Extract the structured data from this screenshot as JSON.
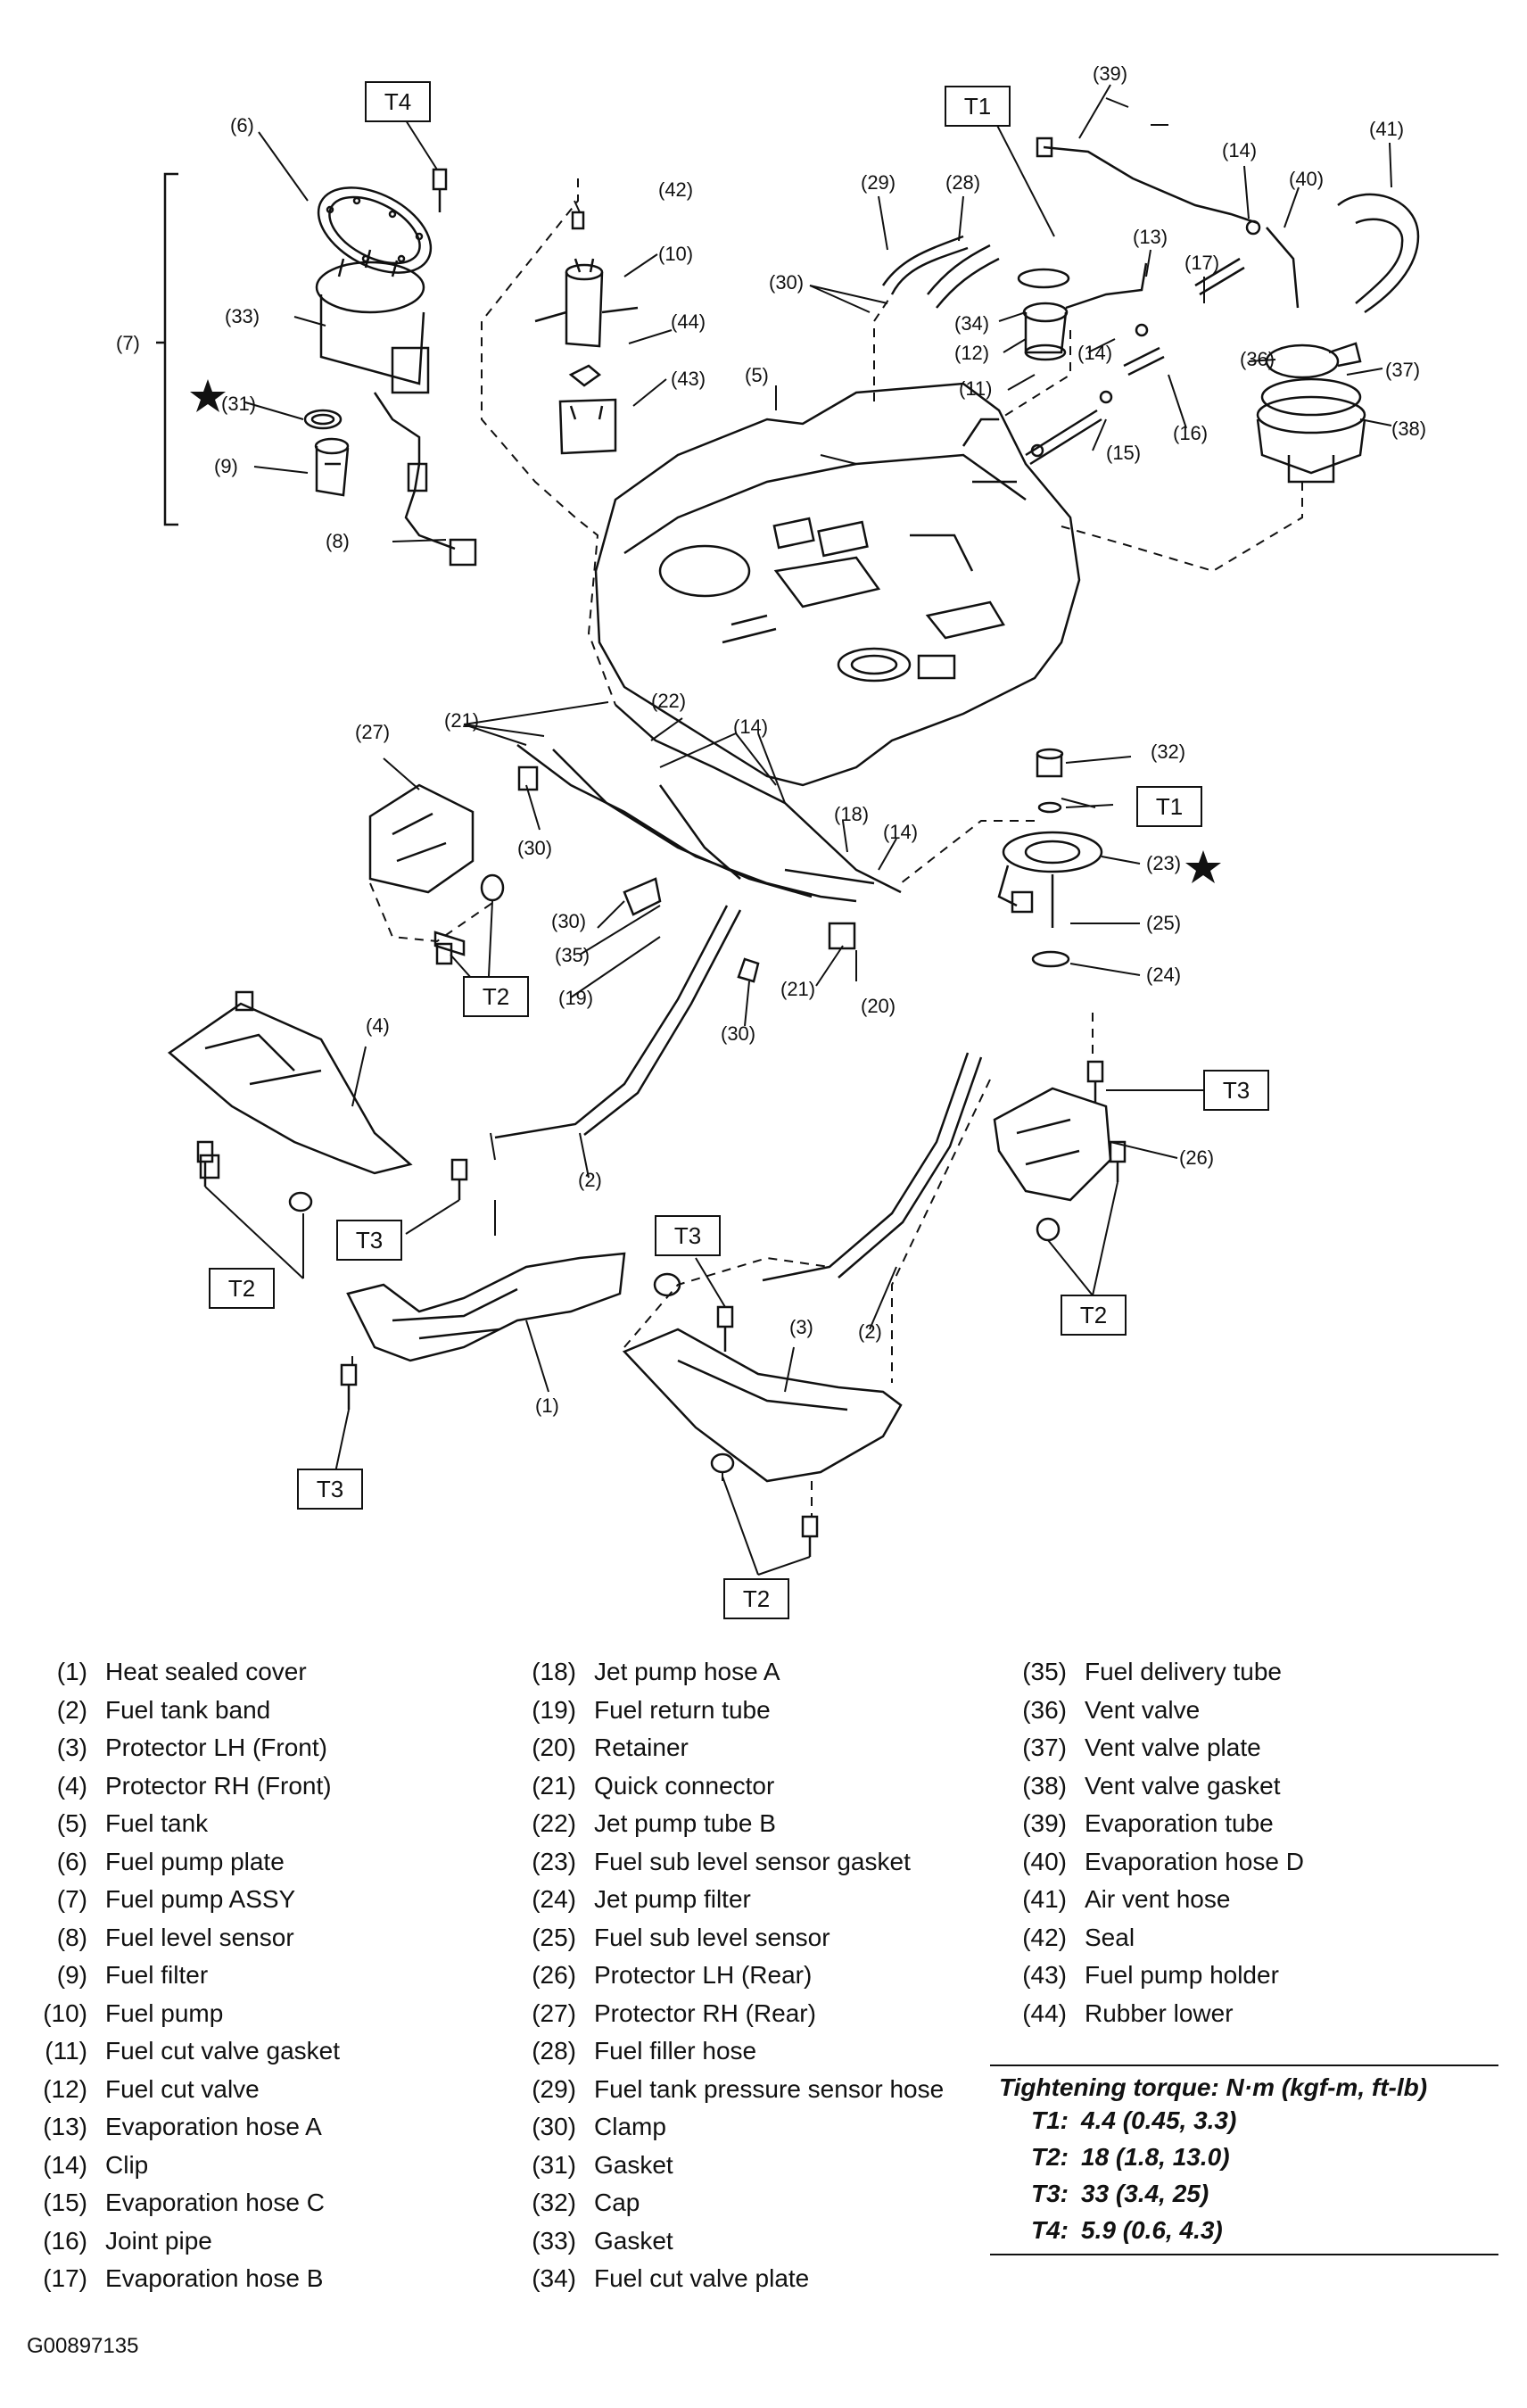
{
  "figure_code": "G00897135",
  "callouts": {
    "c1": "(1)",
    "c2a": "(2)",
    "c2b": "(2)",
    "c3": "(3)",
    "c4": "(4)",
    "c5": "(5)",
    "c6": "(6)",
    "c7": "(7)",
    "c8": "(8)",
    "c9": "(9)",
    "c10": "(10)",
    "c11": "(11)",
    "c12": "(12)",
    "c13": "(13)",
    "c14a": "(14)",
    "c14b": "(14)",
    "c14c": "(14)",
    "c14d": "(14)",
    "c15": "(15)",
    "c16": "(16)",
    "c17": "(17)",
    "c18": "(18)",
    "c19": "(19)",
    "c20": "(20)",
    "c21a": "(21)",
    "c21b": "(21)",
    "c22": "(22)",
    "c23": "(23)",
    "c24": "(24)",
    "c25": "(25)",
    "c26": "(26)",
    "c27": "(27)",
    "c28": "(28)",
    "c29": "(29)",
    "c30a": "(30)",
    "c30b": "(30)",
    "c30c": "(30)",
    "c30d": "(30)",
    "c31": "(31)",
    "c32": "(32)",
    "c33": "(33)",
    "c34": "(34)",
    "c35": "(35)",
    "c36": "(36)",
    "c37": "(37)",
    "c38": "(38)",
    "c39": "(39)",
    "c40": "(40)",
    "c41": "(41)",
    "c42": "(42)",
    "c43": "(43)",
    "c44": "(44)"
  },
  "torque_tags": {
    "t1": "T1",
    "t2": "T2",
    "t3": "T3",
    "t4": "T4"
  },
  "legend": {
    "col1": [
      {
        "num": "(1)",
        "name": "Heat sealed cover"
      },
      {
        "num": "(2)",
        "name": "Fuel tank band"
      },
      {
        "num": "(3)",
        "name": "Protector LH (Front)"
      },
      {
        "num": "(4)",
        "name": "Protector RH (Front)"
      },
      {
        "num": "(5)",
        "name": "Fuel tank"
      },
      {
        "num": "(6)",
        "name": "Fuel pump plate"
      },
      {
        "num": "(7)",
        "name": "Fuel pump ASSY"
      },
      {
        "num": "(8)",
        "name": "Fuel level sensor"
      },
      {
        "num": "(9)",
        "name": "Fuel filter"
      },
      {
        "num": "(10)",
        "name": "Fuel pump"
      },
      {
        "num": "(11)",
        "name": "Fuel cut valve gasket"
      },
      {
        "num": "(12)",
        "name": "Fuel cut valve"
      },
      {
        "num": "(13)",
        "name": "Evaporation hose A"
      },
      {
        "num": "(14)",
        "name": "Clip"
      },
      {
        "num": "(15)",
        "name": "Evaporation hose C"
      },
      {
        "num": "(16)",
        "name": "Joint pipe"
      },
      {
        "num": "(17)",
        "name": "Evaporation hose B"
      }
    ],
    "col2": [
      {
        "num": "(18)",
        "name": "Jet pump hose A"
      },
      {
        "num": "(19)",
        "name": "Fuel return tube"
      },
      {
        "num": "(20)",
        "name": "Retainer"
      },
      {
        "num": "(21)",
        "name": "Quick connector"
      },
      {
        "num": "(22)",
        "name": "Jet pump tube B"
      },
      {
        "num": "(23)",
        "name": "Fuel sub level sensor gasket"
      },
      {
        "num": "(24)",
        "name": "Jet pump filter"
      },
      {
        "num": "(25)",
        "name": "Fuel sub level sensor"
      },
      {
        "num": "(26)",
        "name": "Protector LH (Rear)"
      },
      {
        "num": "(27)",
        "name": "Protector RH (Rear)"
      },
      {
        "num": "(28)",
        "name": "Fuel filler hose"
      },
      {
        "num": "(29)",
        "name": "Fuel tank pressure sensor hose"
      },
      {
        "num": "(30)",
        "name": "Clamp"
      },
      {
        "num": "(31)",
        "name": "Gasket"
      },
      {
        "num": "(32)",
        "name": "Cap"
      },
      {
        "num": "(33)",
        "name": "Gasket"
      },
      {
        "num": "(34)",
        "name": "Fuel cut valve plate"
      }
    ],
    "col3": [
      {
        "num": "(35)",
        "name": "Fuel delivery tube"
      },
      {
        "num": "(36)",
        "name": "Vent valve"
      },
      {
        "num": "(37)",
        "name": "Vent valve plate"
      },
      {
        "num": "(38)",
        "name": "Vent valve gasket"
      },
      {
        "num": "(39)",
        "name": "Evaporation tube"
      },
      {
        "num": "(40)",
        "name": "Evaporation hose D"
      },
      {
        "num": "(41)",
        "name": "Air vent hose"
      },
      {
        "num": "(42)",
        "name": "Seal"
      },
      {
        "num": "(43)",
        "name": "Fuel pump holder"
      },
      {
        "num": "(44)",
        "name": "Rubber lower"
      }
    ]
  },
  "torque_table": {
    "title": "Tightening torque: N·m (kgf-m, ft-lb)",
    "rows": [
      {
        "key": "T1:",
        "value": "4.4 (0.45, 3.3)"
      },
      {
        "key": "T2:",
        "value": "18 (1.8, 13.0)"
      },
      {
        "key": "T3:",
        "value": "33 (3.4, 25)"
      },
      {
        "key": "T4:",
        "value": "5.9 (0.6, 4.3)"
      }
    ]
  }
}
